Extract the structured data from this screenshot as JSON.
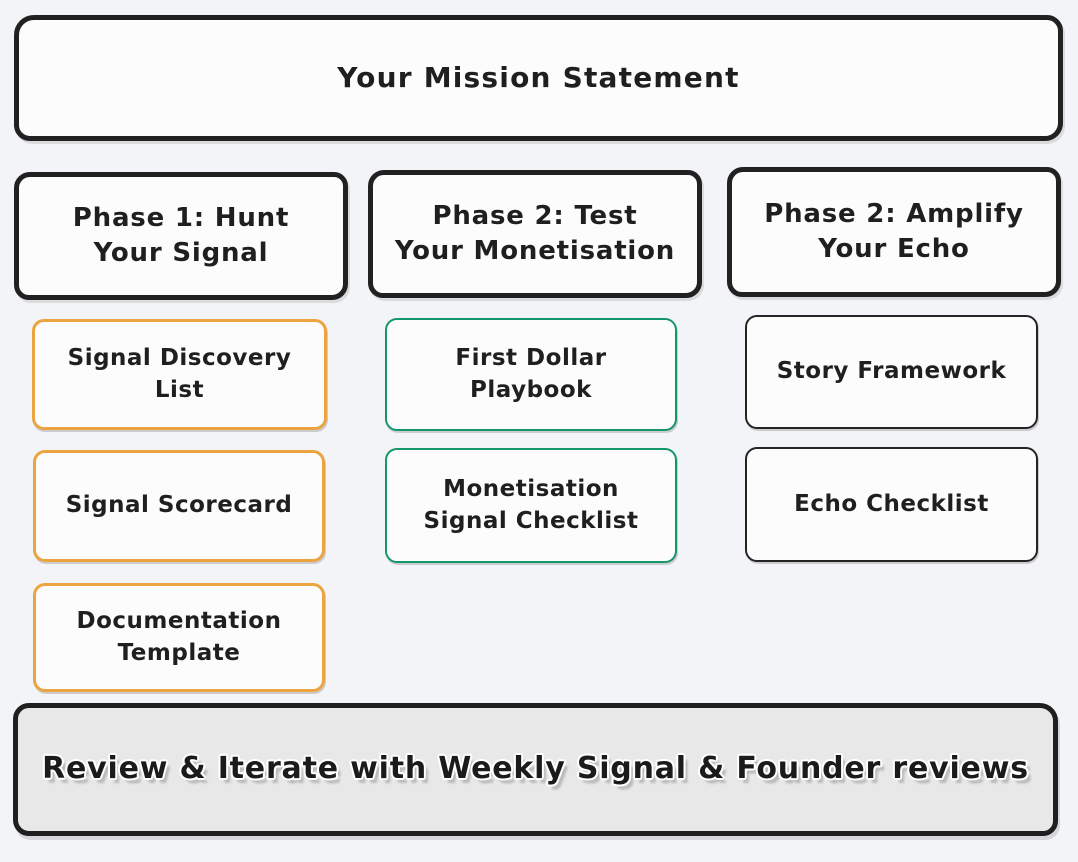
{
  "mission": {
    "label": "Your Mission Statement"
  },
  "phases": [
    {
      "id": "phase-1",
      "label": "Phase 1: Hunt\nYour Signal",
      "accent_color": "#ECA440",
      "items": [
        {
          "label": "Signal Discovery\nList"
        },
        {
          "label": "Signal Scorecard"
        },
        {
          "label": "Documentation\nTemplate"
        }
      ]
    },
    {
      "id": "phase-2",
      "label": "Phase 2: Test\nYour Monetisation",
      "accent_color": "#12966A",
      "items": [
        {
          "label": "First Dollar\nPlaybook"
        },
        {
          "label": "Monetisation\nSignal Checklist"
        }
      ]
    },
    {
      "id": "phase-3",
      "label": "Phase 2: Amplify\nYour Echo",
      "accent_color": "#242424",
      "items": [
        {
          "label": "Story Framework"
        },
        {
          "label": "Echo Checklist"
        }
      ]
    }
  ],
  "footer": {
    "label": "Review & Iterate with Weekly Signal & Founder reviews"
  },
  "colors": {
    "background": "#F3F4F7",
    "box_fill": "#FCFCFD",
    "stroke_dark": "#212121",
    "stroke_orange": "#ECA440",
    "stroke_green": "#12966A",
    "footer_fill": "#E8E8E8"
  }
}
